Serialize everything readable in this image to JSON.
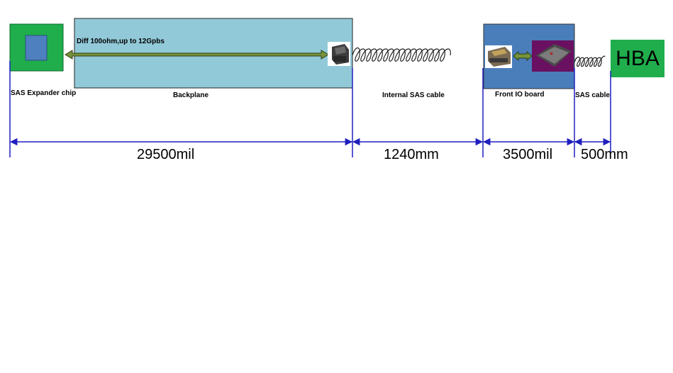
{
  "signal_note": "Diff 100ohm,up to 12Gpbs",
  "components": {
    "expander": "SAS Expander chip",
    "backplane": "Backplane",
    "internal_cable": "Internal SAS cable",
    "front_io": "Front IO board",
    "sas_cable": "SAS cable",
    "hba": "HBA"
  },
  "dimensions": {
    "backplane_length": "29500mil",
    "internal_cable_length": "1240mm",
    "front_io_length": "3500mil",
    "sas_cable_length": "500mm"
  },
  "colors": {
    "expander_green": "#1fae4b",
    "chip_blue": "#4e7fbf",
    "backplane_blue": "#92c9d8",
    "front_io_blue": "#4a7ebb",
    "hba_green": "#1fae4b",
    "arrow_green": "#76923c",
    "dimension_blue": "#1f1fbf"
  }
}
